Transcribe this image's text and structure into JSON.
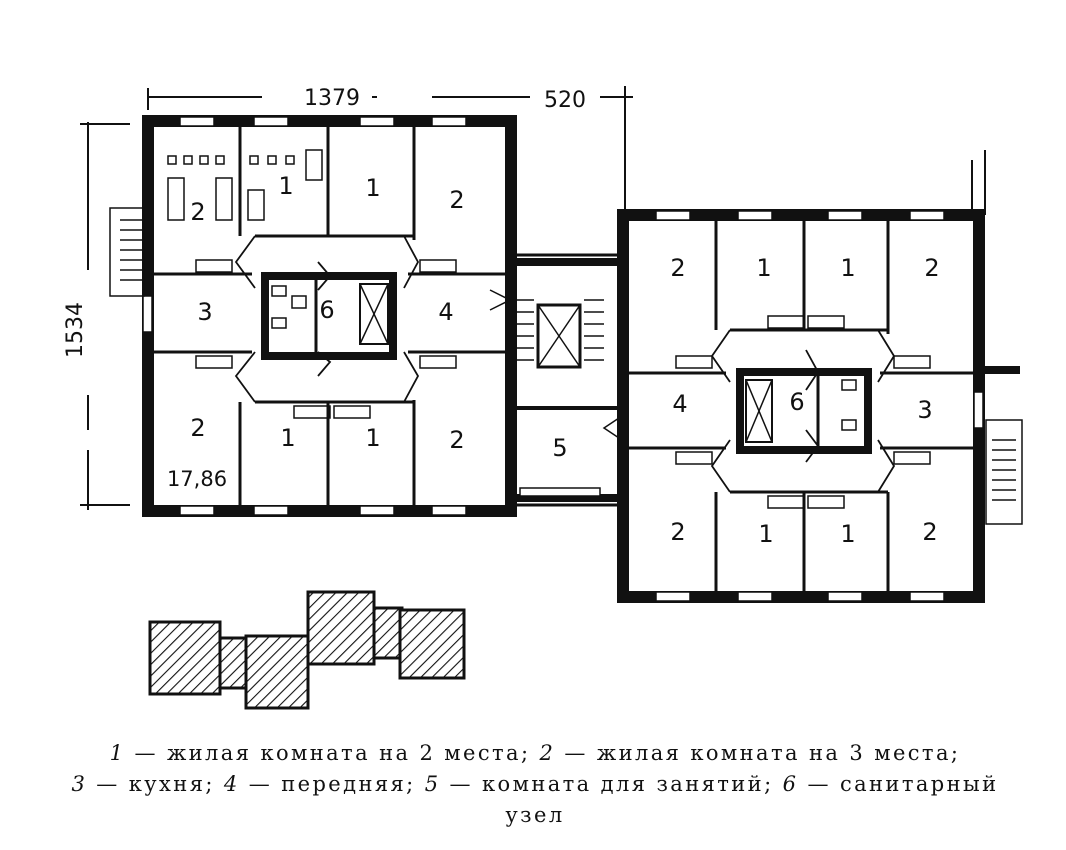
{
  "dimensions": {
    "width": "1379",
    "offset": "520",
    "depth": "1534"
  },
  "area_label": "17,86",
  "rooms_a_top": [
    "2",
    "1",
    "1",
    "2"
  ],
  "rooms_a_mid": [
    "3",
    "6",
    "4"
  ],
  "rooms_a_bot": [
    "2",
    "1",
    "1",
    "2"
  ],
  "room_link": "5",
  "rooms_b_top": [
    "2",
    "1",
    "1",
    "2"
  ],
  "rooms_b_mid": [
    "4",
    "6",
    "3"
  ],
  "rooms_b_bot": [
    "2",
    "1",
    "1",
    "2"
  ],
  "legend": [
    {
      "num": "1",
      "text": "— жилая комната на 2 места;"
    },
    {
      "num": "2",
      "text": "— жилая комната на 3 места;"
    },
    {
      "num": "3",
      "text": "— кухня;"
    },
    {
      "num": "4",
      "text": "— передняя;"
    },
    {
      "num": "5",
      "text": "— комната для занятий;"
    },
    {
      "num": "6",
      "text": "— санитарный узел"
    }
  ]
}
